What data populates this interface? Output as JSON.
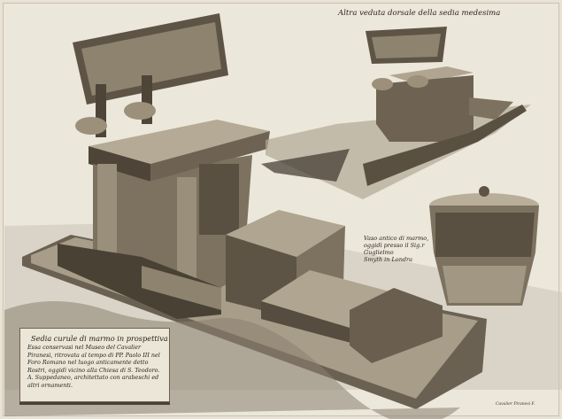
{
  "captions": {
    "top_right": "Altra veduta dorsale della sedia medesima",
    "vase": [
      "Vaso antico di marmo,",
      "oggidì presso il Sig.r Guglielmo",
      "Smyth in Londra"
    ]
  },
  "cartouche": {
    "title": "Sedia curule di marmo in prospettiva",
    "body": "Essa conservasi nel Museo del Cavalier Piranesi, ritrovata al tempo di PP. Paolo III nel Foro Romano nel luogo anticamente detto Rostri, oggidì vicino alla Chiesa di S. Teodoro. A. Suppedaneo, architettato con arabeschi ed altri ornamenti."
  },
  "signature": "Cavalier Piranesi F."
}
